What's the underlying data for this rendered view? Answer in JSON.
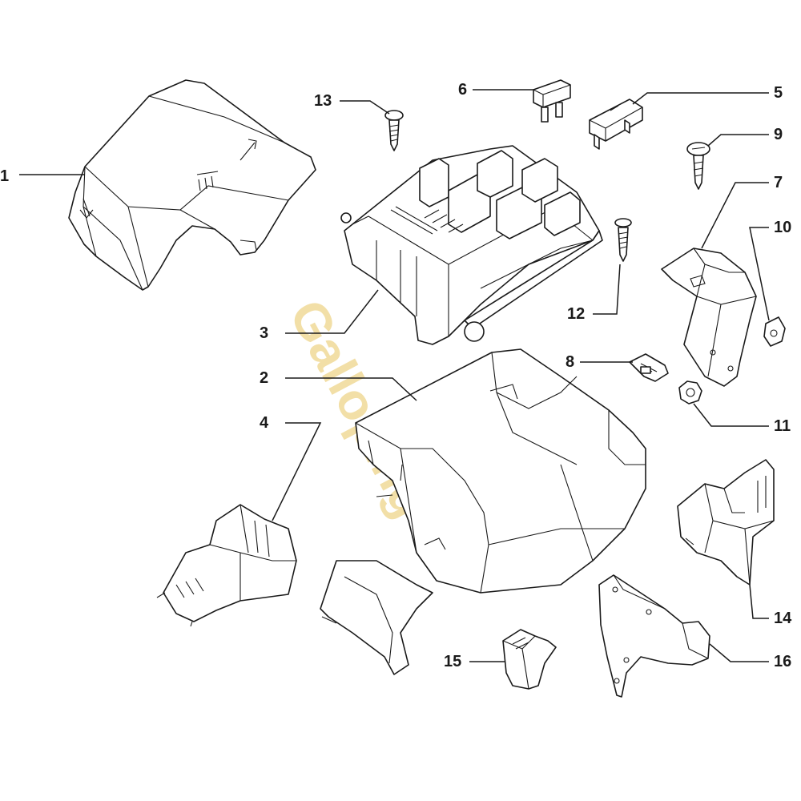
{
  "watermark": "Galloping",
  "callouts": [
    {
      "id": "1",
      "label": "1"
    },
    {
      "id": "2",
      "label": "2"
    },
    {
      "id": "3",
      "label": "3"
    },
    {
      "id": "4",
      "label": "4"
    },
    {
      "id": "5",
      "label": "5"
    },
    {
      "id": "6",
      "label": "6"
    },
    {
      "id": "7",
      "label": "7"
    },
    {
      "id": "8",
      "label": "8"
    },
    {
      "id": "9",
      "label": "9"
    },
    {
      "id": "10",
      "label": "10"
    },
    {
      "id": "11",
      "label": "11"
    },
    {
      "id": "12",
      "label": "12"
    },
    {
      "id": "13",
      "label": "13"
    },
    {
      "id": "14",
      "label": "14"
    },
    {
      "id": "15",
      "label": "15"
    },
    {
      "id": "16",
      "label": "16"
    }
  ],
  "colors": {
    "line": "#1a1a1a",
    "background": "#ffffff",
    "watermark": "#e8c560"
  }
}
